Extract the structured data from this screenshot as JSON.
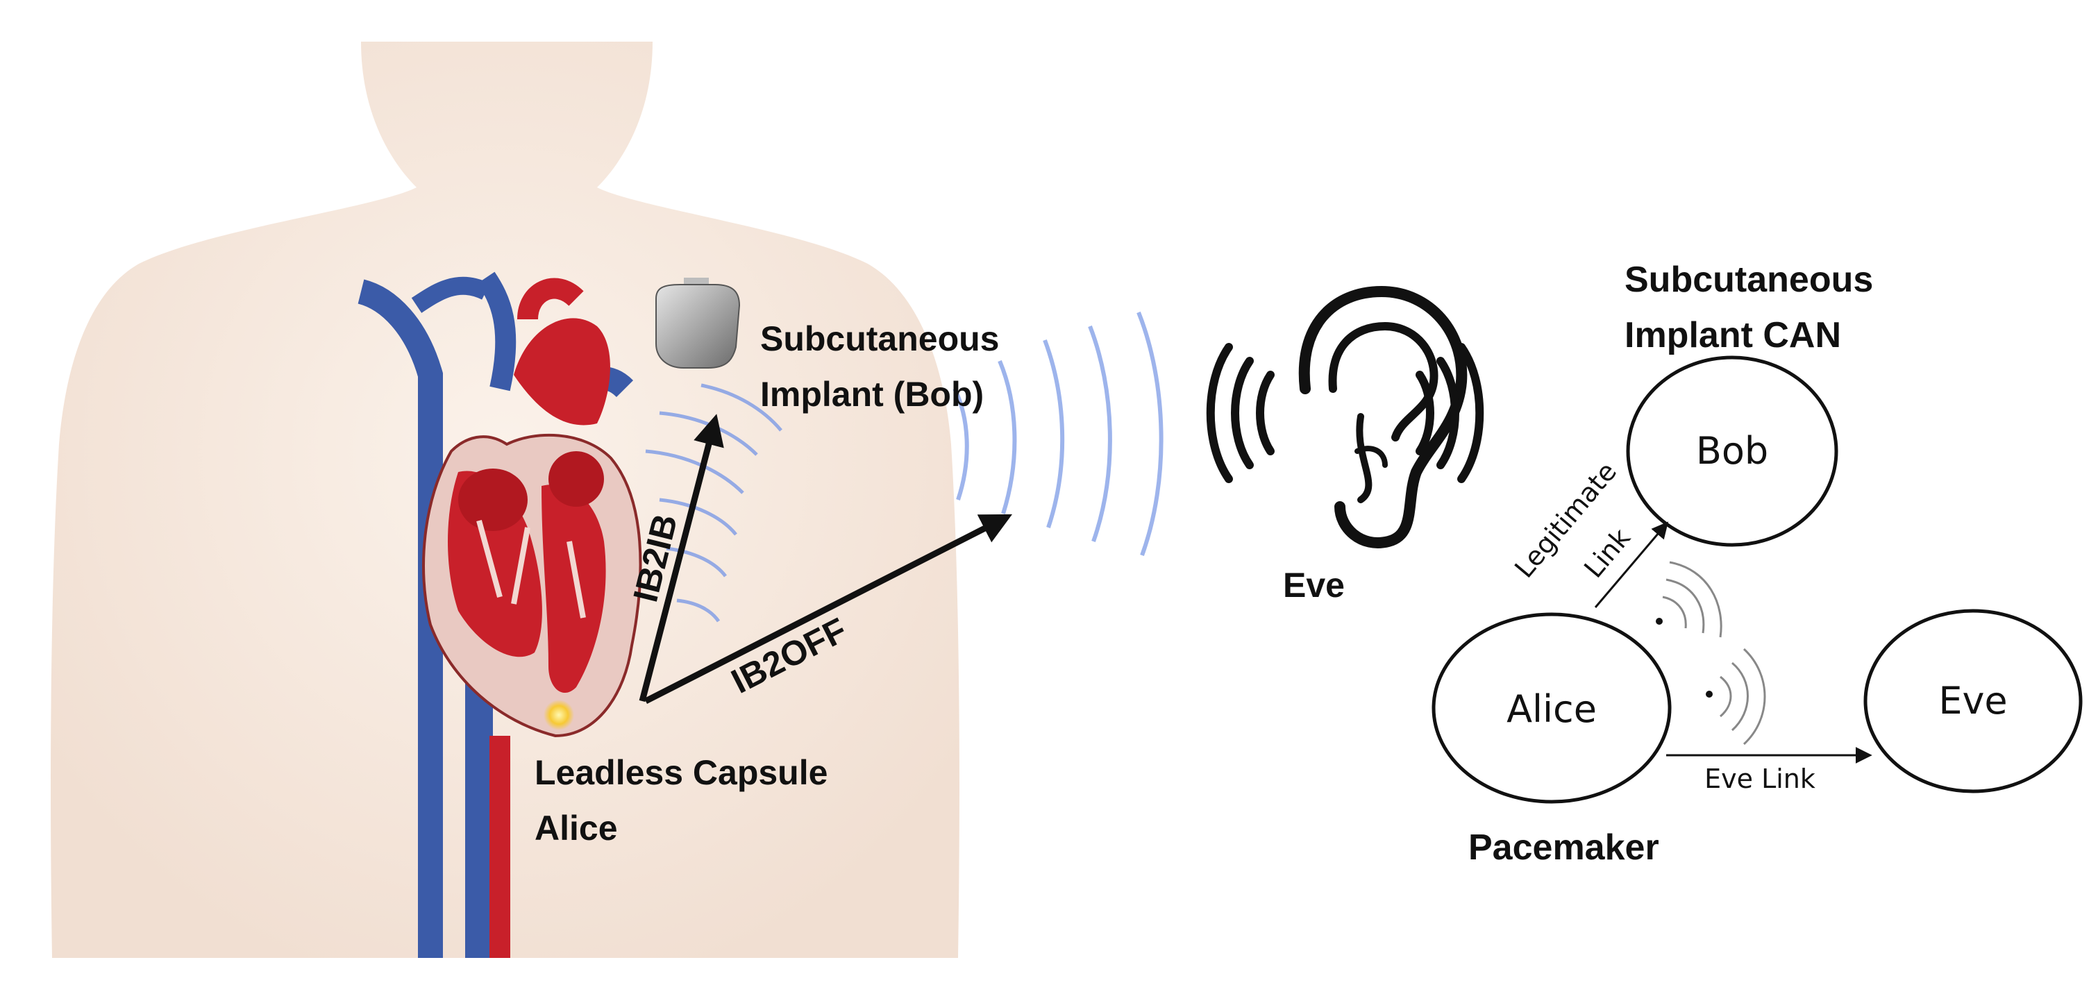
{
  "left_scene": {
    "implant_label_line1": "Subcutaneous",
    "implant_label_line2": "Implant (Bob)",
    "capsule_label_line1": "Leadless Capsule",
    "capsule_label_line2": "Alice",
    "link_ib2ib": "IB2IB",
    "link_ib2off": "IB2OFF",
    "eavesdropper_label": "Eve"
  },
  "schematic": {
    "title_line1": "Subcutaneous",
    "title_line2": "Implant CAN",
    "node_bob": "Bob",
    "node_alice": "Alice",
    "node_eve": "Eve",
    "legit_link_line1": "Legitimate",
    "legit_link_line2": "Link",
    "eve_link": "Eve Link",
    "alice_caption": "Pacemaker"
  },
  "colors": {
    "skin": "#f7ebe2",
    "heart_red": "#c8202a",
    "vein_blue": "#3b5ba8",
    "wave_blue": "#7d9be6",
    "ink": "#111111"
  }
}
